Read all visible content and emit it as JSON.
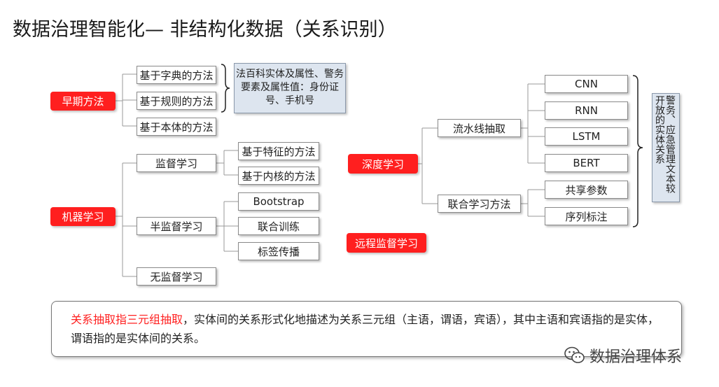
{
  "title": "数据治理智能化— 非结构化数据（关系识别）",
  "left": {
    "early": {
      "label": "早期方法",
      "items": [
        "基于字典的方法",
        "基于规则的方法",
        "基于本体的方法"
      ],
      "note": "法百科实体及属性、警务要素及属性值：身份证号、手机号"
    },
    "ml": {
      "label": "机器学习",
      "supervised": {
        "label": "监督学习",
        "items": [
          "基于特征的方法",
          "基于内核的方法"
        ]
      },
      "semi": {
        "label": "半监督学习",
        "items": [
          "Bootstrap",
          "联合训练",
          "标签传播"
        ]
      },
      "unsupervised": {
        "label": "无监督学习"
      }
    }
  },
  "right": {
    "deep": {
      "label": "深度学习",
      "pipeline": {
        "label": "流水线抽取",
        "items": [
          "CNN",
          "RNN",
          "LSTM",
          "BERT"
        ]
      },
      "joint": {
        "label": "联合学习方法",
        "items": [
          "共享参数",
          "序列标注"
        ]
      },
      "note": "警务、应急管理文本较开放的实体关系"
    },
    "distant": {
      "label": "远程监督学习"
    }
  },
  "summary": {
    "highlight": "关系抽取指三元组抽取",
    "rest": "，实体间的关系形式化地描述为关系三元组（主语，谓语，宾语），其中主语和宾语指的是实体，谓语指的是实体间的关系。"
  },
  "watermark": {
    "icon": "wechat-icon",
    "text": "数据治理体系"
  }
}
